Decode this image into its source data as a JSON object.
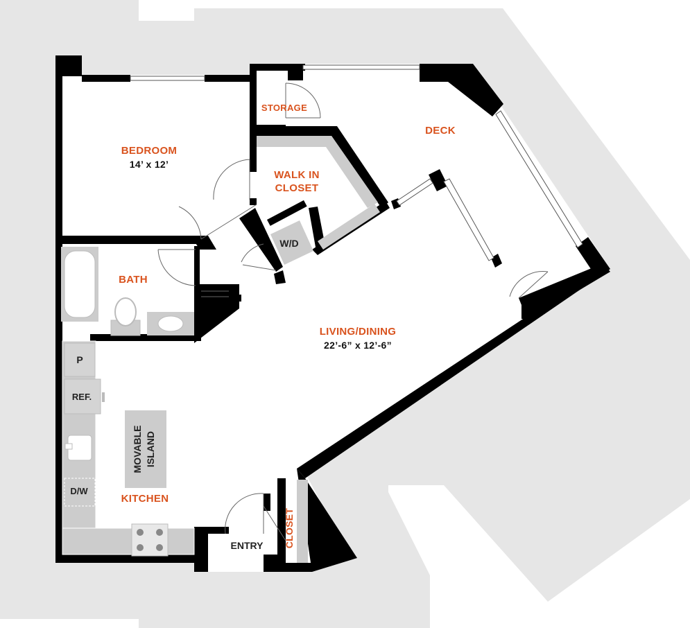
{
  "plan": {
    "rooms": {
      "bedroom": {
        "name": "BEDROOM",
        "size": "14’ x 12’"
      },
      "storage": {
        "name": "STORAGE"
      },
      "deck": {
        "name": "DECK"
      },
      "walk_in_closet": {
        "line1": "WALK IN",
        "line2": "CLOSET"
      },
      "bath": {
        "name": "BATH"
      },
      "living_dining": {
        "name": "LIVING/DINING",
        "size": "22’-6” x 12’-6”"
      },
      "kitchen": {
        "name": "KITCHEN"
      },
      "closet": {
        "name": "CLOSET"
      },
      "entry": {
        "name": "ENTRY"
      }
    },
    "fixtures": {
      "washer_dryer": "W/D",
      "pantry": "P",
      "refrigerator": "REF.",
      "dishwasher": "D/W",
      "island": {
        "line1": "MOVABLE",
        "line2": "ISLAND"
      }
    },
    "colors": {
      "wall": "#000000",
      "surround": "#e6e6e6",
      "fixture": "#cccccc",
      "room_label": "#d9531e"
    }
  }
}
